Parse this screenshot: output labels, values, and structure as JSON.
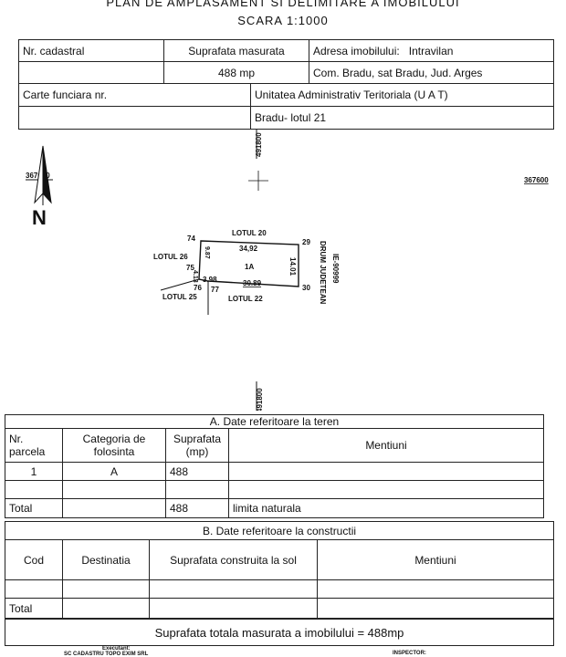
{
  "header": {
    "title": "PLAN DE AMPLASAMENT SI DELIMITARE A IMOBILULUI",
    "scale": "SCARA 1:1000"
  },
  "info": {
    "nr_cadastral_label": "Nr. cadastral",
    "suprafata_label": "Suprafata masurata",
    "adresa_label": "Adresa imobilului:",
    "adresa_type": "Intravilan",
    "suprafata_value": "488 mp",
    "adresa_value": "Com. Bradu, sat Bradu, Jud. Arges",
    "carte_label": "Carte funciara nr.",
    "uat_label": "Unitatea Administrativ Teritoriala (U A T)",
    "uat_value": "Bradu- lotul 21"
  },
  "plan": {
    "coord_top": "491800",
    "coord_bottom": "491800",
    "coord_left": "367600",
    "coord_right": "367600",
    "north": "N",
    "lots": {
      "north": "LOTUL 20",
      "west": "LOTUL 26",
      "south": "LOTUL 22",
      "southwest": "LOTUL 25"
    },
    "road": "DRUM JUDETEAN",
    "road_code": "IE-90999",
    "parcel_label": "1A",
    "points": {
      "p74": "74",
      "p29": "29",
      "p75": "75",
      "p76": "76",
      "p77": "77",
      "p30": "30"
    },
    "dimensions": {
      "top": "34,92",
      "bottom": "30.89",
      "right": "14.01",
      "left": "9.87",
      "left_lower": "4.13",
      "step": "3.98"
    }
  },
  "table_a": {
    "title": "A. Date referitoare la teren",
    "headers": {
      "nr": "Nr. parcela",
      "categoria": "Categoria de folosinta",
      "suprafata": "Suprafata (mp)",
      "mentiuni": "Mentiuni"
    },
    "row1": {
      "nr": "1",
      "categoria": "A",
      "suprafata": "488",
      "mentiuni": ""
    },
    "total": {
      "label": "Total",
      "suprafata": "488",
      "mentiuni": "limita naturala"
    }
  },
  "table_b": {
    "title": "B. Date referitoare la constructii",
    "headers": {
      "cod": "Cod",
      "destinatia": "Destinatia",
      "suprafata": "Suprafata construita la sol",
      "mentiuni": "Mentiuni"
    },
    "total_label": "Total"
  },
  "summary": "Suprafata totala masurata a imobilului = 488mp",
  "footer": {
    "executant_label": "Executant:",
    "executant_name": "SC CADASTRU TOPO EXIM SRL",
    "inspector_label": "INSPECTOR:"
  }
}
